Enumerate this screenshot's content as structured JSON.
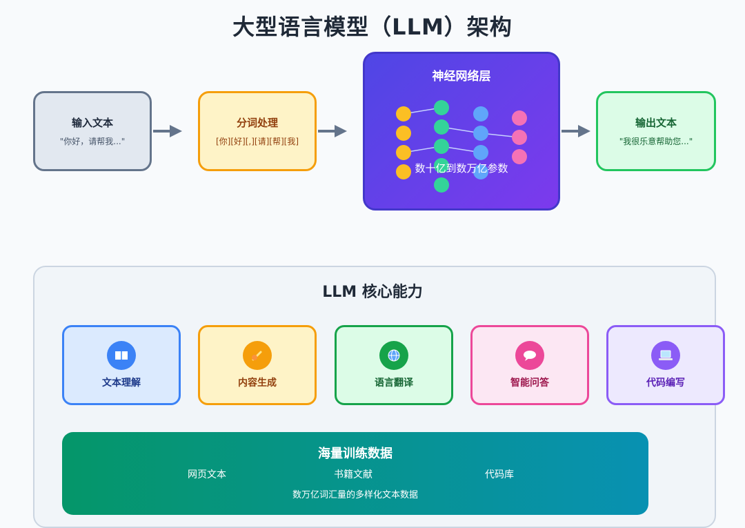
{
  "title": "大型语言模型（LLM）架构",
  "flow": {
    "input": {
      "title": "输入文本",
      "text": "\"你好，请帮我...\""
    },
    "tokenize": {
      "title": "分词处理",
      "text": "[你][好][,][请][帮][我]"
    },
    "network": {
      "title": "神经网络层",
      "params": "数十亿到数万亿参数"
    },
    "output": {
      "title": "输出文本",
      "text": "\"我很乐意帮助您...\""
    }
  },
  "core": {
    "title": "LLM 核心能力",
    "capabilities": [
      {
        "label": "文本理解",
        "icon": "book-icon",
        "color": "#3b82f6",
        "bg": "#dbeafe"
      },
      {
        "label": "内容生成",
        "icon": "writing-hand-icon",
        "color": "#f59e0b",
        "bg": "#fef3c7"
      },
      {
        "label": "语言翻译",
        "icon": "globe-icon",
        "color": "#16a34a",
        "bg": "#dcfce7"
      },
      {
        "label": "智能问答",
        "icon": "speech-bubble-icon",
        "color": "#ec4899",
        "bg": "#fce7f3"
      },
      {
        "label": "代码编写",
        "icon": "laptop-icon",
        "color": "#8b5cf6",
        "bg": "#ede9fe"
      }
    ]
  },
  "training": {
    "title": "海量训练数据",
    "items": [
      "网页文本",
      "书籍文献",
      "代码库"
    ],
    "desc": "数万亿词汇量的多样化文本数据"
  }
}
